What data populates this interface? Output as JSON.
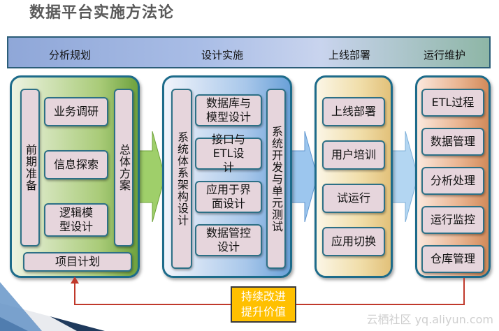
{
  "title": "数据平台实施方法论",
  "phases": [
    "分析规划",
    "设计实施",
    "上线部署",
    "运行维护"
  ],
  "panel1": {
    "left_vertical": "前期准备",
    "items": [
      "业务调研",
      "信息探索",
      "逻辑模型设计"
    ],
    "right_vertical": "总体方案",
    "bottom": "项目计划"
  },
  "panel2": {
    "left_vertical": "系统体系架构设计",
    "items": [
      "数据库与模型设计",
      "接口与ETL设计",
      "应用于界面设计",
      "数据管控设计"
    ],
    "right_vertical": "系统开发与单元测试"
  },
  "panel3": {
    "items": [
      "上线部署",
      "用户培训",
      "试运行",
      "应用切换"
    ]
  },
  "panel4": {
    "items": [
      "ETL过程",
      "数据管理",
      "分析处理",
      "运行监控",
      "仓库管理"
    ]
  },
  "feedback_label": "持续改进提升价值",
  "watermark": "云栖社区 yq.aliyun.com",
  "colors": {
    "panel_border": "#1d6b8a",
    "box_fill": "#e6d5dc",
    "loop_line": "#c0392b",
    "highlight": "#ffc000"
  }
}
